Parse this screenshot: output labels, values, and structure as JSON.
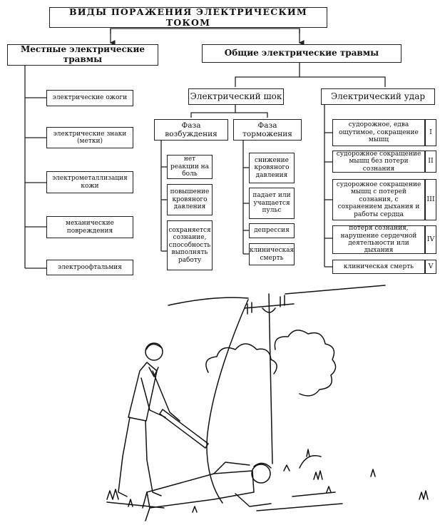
{
  "title": "ВИДЫ ПОРАЖЕНИЯ ЭЛЕКТРИЧЕСКИМ ТОКОМ",
  "local": {
    "header": "Местные электрические травмы",
    "items": [
      "электрические ожоги",
      "электрические знаки (метки)",
      "электрометаллизация кожи",
      "механические повреждения",
      "электроофтальмия"
    ]
  },
  "general": {
    "header": "Общие электрические травмы",
    "shock": {
      "header": "Электрический шок",
      "excitation": {
        "header": "Фаза возбуждения",
        "items": [
          "нет реакции на боль",
          "повышение кровяного давления",
          "сохраняется сознание, способность выполнять работу"
        ]
      },
      "inhibition": {
        "header": "Фаза торможения",
        "items": [
          "снижение кровяного давления",
          "падает или учащается пульс",
          "депрессия",
          "клиническая смерть"
        ]
      }
    },
    "strike": {
      "header": "Электрический удар",
      "items": [
        {
          "text": "судорожное, едва ощутимое, сокращение мышц",
          "degree": "I"
        },
        {
          "text": "судорожное сокращение мышц без потери сознания",
          "degree": "II"
        },
        {
          "text": "судорожное сокращение мышц с потерей сознания, с сохранением дыхания и работы сердца",
          "degree": "III"
        },
        {
          "text": "потеря сознания, нарушение сердечной деятельности или дыхания",
          "degree": "IV"
        },
        {
          "text": "клиническая смерть",
          "degree": "V"
        }
      ]
    }
  }
}
